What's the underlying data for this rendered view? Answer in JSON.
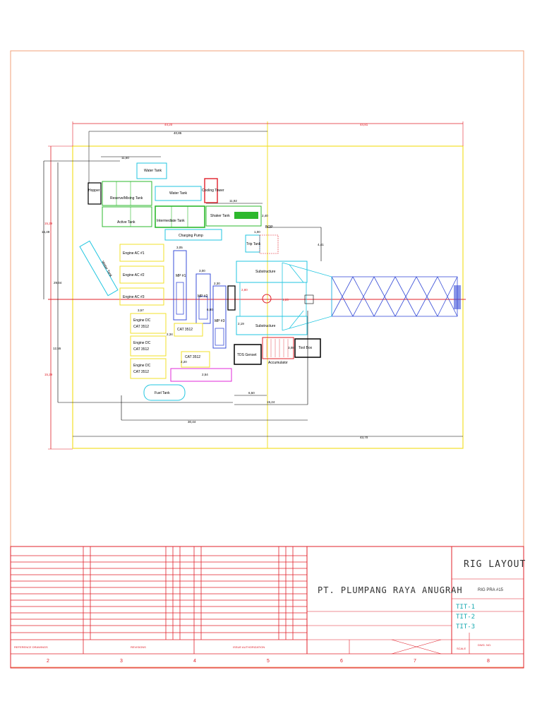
{
  "title_block": {
    "drawing_title": "RIG LAYOUT",
    "company": "PT. PLUMPANG RAYA ANUGRAH",
    "rig_name": "RIG PRA #15",
    "sheet_marks": [
      "TIT-1",
      "TIT-2",
      "TIT-3"
    ],
    "reference_drawings_label": "REFERENCE DRAWINGS",
    "revisions_label": "REVISIONS",
    "issue_label": "ISSUE AUTHORIZATION",
    "drawing_no": "DWG. NO.",
    "scale_label": "SCALE",
    "col_numbers": [
      "2",
      "3",
      "4",
      "5",
      "6",
      "7",
      "8"
    ]
  },
  "equipment": {
    "water_tank_1": "Water Tank",
    "water_tank_2": "Water Tank",
    "hopper": "Hopper",
    "reserve_mixing_tank": "Reserve/Mixing Tank",
    "active_tank": "Active Tank",
    "intermediate_tank": "Intermediate Tank",
    "cooling_tower": "Cooling Tower",
    "shaker_tank": "Shaker Tank",
    "charging_pump": "Charging Pump",
    "trip_tank": "Trip Tank",
    "bop": "BOP",
    "water_tank_diag": "Water Tank",
    "engine_ac_1": "Engine AC #1",
    "engine_ac_2": "Engine AC #2",
    "engine_ac_3": "Engine AC #3",
    "engine_dc_1": "Engine DC",
    "engine_dc_1b": "CAT 3512",
    "engine_dc_2": "Engine DC",
    "engine_dc_2b": "CAT 3512",
    "engine_dc_3": "Engine DC",
    "engine_dc_3b": "CAT 3512",
    "mp1": "MP #1",
    "mp2": "MP #2",
    "mp3": "MP #3",
    "cat_a": "CAT 3512",
    "cat_b": "CAT 3512",
    "substructure_1": "Substructure",
    "substructure_2": "Substructure",
    "genset": "TDS Genset",
    "accumulator": "Accumulator",
    "tool_box": "Tool Box",
    "fuel_tank": "Fuel Tank"
  },
  "dimensions": {
    "d_44_20": "44,20",
    "d_44_81": "44,81",
    "d_40_85": "40,85",
    "d_11_60": "11,60",
    "d_15_29a": "15,29",
    "d_15_29b": "15,29",
    "d_16_49": "16,49",
    "d_29_04": "29,04",
    "d_12_55": "12,55",
    "d_11_92": "11,92",
    "d_2_40": "2,40",
    "d_1_00": "1,00",
    "d_4_41": "4,41",
    "d_3_05": "3,05",
    "d_3_00": "3,00",
    "d_2_30": "2,30",
    "d_6_00": "6,00",
    "d_3_57": "3,57",
    "d_2_34": "2,34",
    "d_2_20": "2,20",
    "d_2_54": "2,54",
    "d_6_50": "6,50",
    "d_15_24": "15,24",
    "d_30_44": "30,44",
    "d_43_70": "43,70",
    "d_2_19": "2,19",
    "d_1_23": "1,23",
    "d_3_08": "3,08",
    "d_2_80": "2,80"
  }
}
